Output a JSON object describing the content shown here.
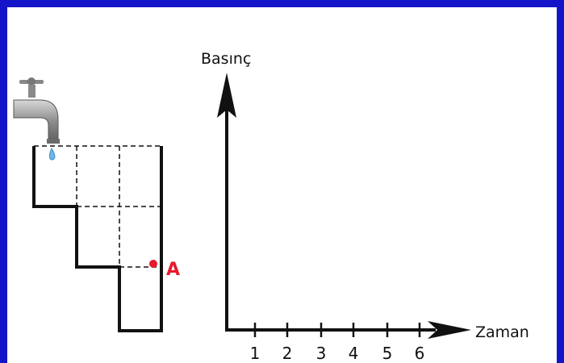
{
  "colors": {
    "frame": "#1414c8",
    "line": "#111111",
    "point": "#e8192c",
    "faucet": "#9a9a9a",
    "water": "#6ab7e8"
  },
  "tank": {
    "point_label": "A"
  },
  "graph": {
    "y_label": "Basınç",
    "x_label": "Zaman",
    "x_ticks": [
      "1",
      "2",
      "3",
      "4",
      "5",
      "6"
    ]
  }
}
